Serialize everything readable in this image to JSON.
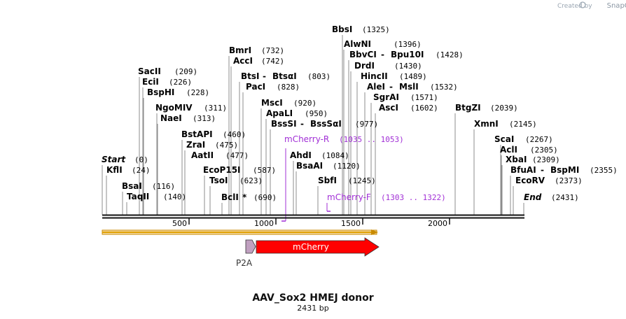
{
  "map": {
    "title": "AAV_Sox2 HMEJ donor",
    "length_label": "2431 bp",
    "length_bp": 2431,
    "credit_prefix": "Created by",
    "credit_brand": "SnapGene",
    "ruler_ticks": [
      "500",
      "1000",
      "1500",
      "2000"
    ],
    "colors": {
      "backbone": "#111111",
      "site_line": "#8c8c8c",
      "primer": "#a12fd6",
      "feature_mcherry": "#ff0000",
      "feature_p2a": "#c0a0c0",
      "orf": "#e8a000"
    }
  },
  "sites": [
    {
      "name": "BbsI",
      "pos": "(1325)"
    },
    {
      "name": "AlwNI",
      "pos": "(1396)"
    },
    {
      "name": "BbvCI",
      "name2": "Bpu10I",
      "pos": "(1428)"
    },
    {
      "name": "DrdI",
      "pos": "(1430)"
    },
    {
      "name": "HincII",
      "pos": "(1489)"
    },
    {
      "name": "AleI",
      "name2": "MslI",
      "pos": "(1532)"
    },
    {
      "name": "SgrAI",
      "pos": "(1571)"
    },
    {
      "name": "AscI",
      "pos": "(1602)"
    },
    {
      "name": "BmrI",
      "pos": "(732)"
    },
    {
      "name": "AccI",
      "pos": "(742)"
    },
    {
      "name": "BtsI",
      "name2": "BtsαI",
      "pos": "(803)"
    },
    {
      "name": "PacI",
      "pos": "(828)"
    },
    {
      "name": "MscI",
      "pos": "(920)"
    },
    {
      "name": "ApaLI",
      "pos": "(950)"
    },
    {
      "name": "BssSI",
      "name2": "BssSαI",
      "pos": "(977)"
    },
    {
      "name": "SacII",
      "pos": "(209)"
    },
    {
      "name": "EciI",
      "pos": "(226)"
    },
    {
      "name": "BspHI",
      "pos": "(228)"
    },
    {
      "name": "NgoMIV",
      "pos": "(311)"
    },
    {
      "name": "NaeI",
      "pos": "(313)"
    },
    {
      "name": "BstAPI",
      "pos": "(460)"
    },
    {
      "name": "ZraI",
      "pos": "(475)"
    },
    {
      "name": "AatII",
      "pos": "(477)"
    },
    {
      "name": "EcoP15I",
      "pos": "(587)"
    },
    {
      "name": "TsoI",
      "pos": "(623)"
    },
    {
      "name": "BclI",
      "star": "*",
      "pos": "(690)"
    },
    {
      "name": "Start",
      "pos": "(0)"
    },
    {
      "name": "KflI",
      "pos": "(24)"
    },
    {
      "name": "BsaI",
      "pos": "(116)"
    },
    {
      "name": "TaqII",
      "pos": "(140)"
    },
    {
      "name": "AhdI",
      "pos": "(1084)"
    },
    {
      "name": "BsaAI",
      "pos": "(1120)"
    },
    {
      "name": "SbfI",
      "pos": "(1245)"
    },
    {
      "name": "BtgZI",
      "pos": "(2039)"
    },
    {
      "name": "XmnI",
      "pos": "(2145)"
    },
    {
      "name": "ScaI",
      "pos": "(2267)"
    },
    {
      "name": "AclI",
      "pos": "(2305)"
    },
    {
      "name": "XbaI",
      "pos": "(2309)"
    },
    {
      "name": "BfuAI",
      "name2": "BspMI",
      "pos": "(2355)"
    },
    {
      "name": "EcoRV",
      "pos": "(2373)"
    },
    {
      "name": "End",
      "pos": "(2431)"
    }
  ],
  "primers": [
    {
      "name": "mCherry-R",
      "range": "(1035 .. 1053)"
    },
    {
      "name": "mCherry-F",
      "range": "(1303 .. 1322)"
    }
  ],
  "features": [
    {
      "name": "P2A",
      "type": "CDS"
    },
    {
      "name": "mCherry",
      "type": "CDS"
    }
  ]
}
